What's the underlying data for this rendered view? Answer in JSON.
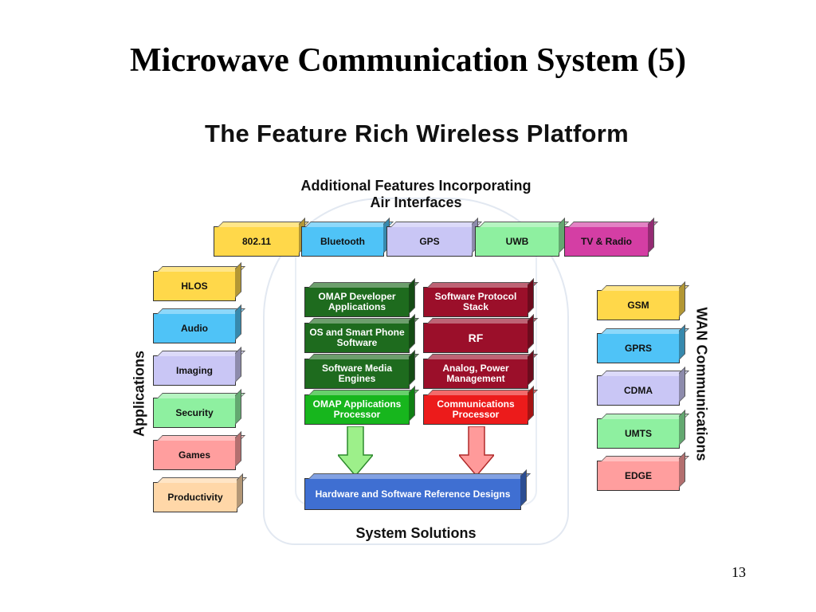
{
  "slide": {
    "title": "Microwave Communication System (5)",
    "page_number": "13"
  },
  "figure": {
    "title": "The Feature Rich Wireless Platform",
    "subtitle_line1": "Additional Features Incorporating",
    "subtitle_line2": "Air Interfaces",
    "left_label": "Applications",
    "right_label": "WAN Communications",
    "bottom_label": "System Solutions"
  },
  "air_interfaces": [
    {
      "label": "802.11",
      "color": "#ffd84a"
    },
    {
      "label": "Bluetooth",
      "color": "#4fc3f7"
    },
    {
      "label": "GPS",
      "color": "#c9c6f5"
    },
    {
      "label": "UWB",
      "color": "#8ef0a0"
    },
    {
      "label": "TV & Radio",
      "color": "#d43ea4"
    }
  ],
  "applications": [
    {
      "label": "HLOS",
      "color": "#ffd84a"
    },
    {
      "label": "Audio",
      "color": "#4fc3f7"
    },
    {
      "label": "Imaging",
      "color": "#c9c6f5"
    },
    {
      "label": "Security",
      "color": "#8ef0a0"
    },
    {
      "label": "Games",
      "color": "#ff9e9e"
    },
    {
      "label": "Productivity",
      "color": "#ffd7a8"
    }
  ],
  "wan": [
    {
      "label": "GSM",
      "color": "#ffd84a"
    },
    {
      "label": "GPRS",
      "color": "#4fc3f7"
    },
    {
      "label": "CDMA",
      "color": "#c9c6f5"
    },
    {
      "label": "UMTS",
      "color": "#8ef0a0"
    },
    {
      "label": "EDGE",
      "color": "#ff9e9e"
    }
  ],
  "omap_stack": [
    {
      "label": "OMAP Developer Applications",
      "color": "#1e6b1e"
    },
    {
      "label": "OS and Smart Phone Software",
      "color": "#1e6b1e"
    },
    {
      "label": "Software Media Engines",
      "color": "#1e6b1e"
    },
    {
      "label": "OMAP Applications Processor",
      "color": "#17b61d"
    }
  ],
  "comm_stack": [
    {
      "label": "Software Protocol Stack",
      "color": "#9b0f2a"
    },
    {
      "label": "RF",
      "color": "#9b0f2a"
    },
    {
      "label": "Analog, Power Management",
      "color": "#9b0f2a"
    },
    {
      "label": "Communications Processor",
      "color": "#ec1b1b"
    }
  ],
  "reference": {
    "label": "Hardware and Software Reference Designs",
    "color": "#3f6fd2"
  }
}
